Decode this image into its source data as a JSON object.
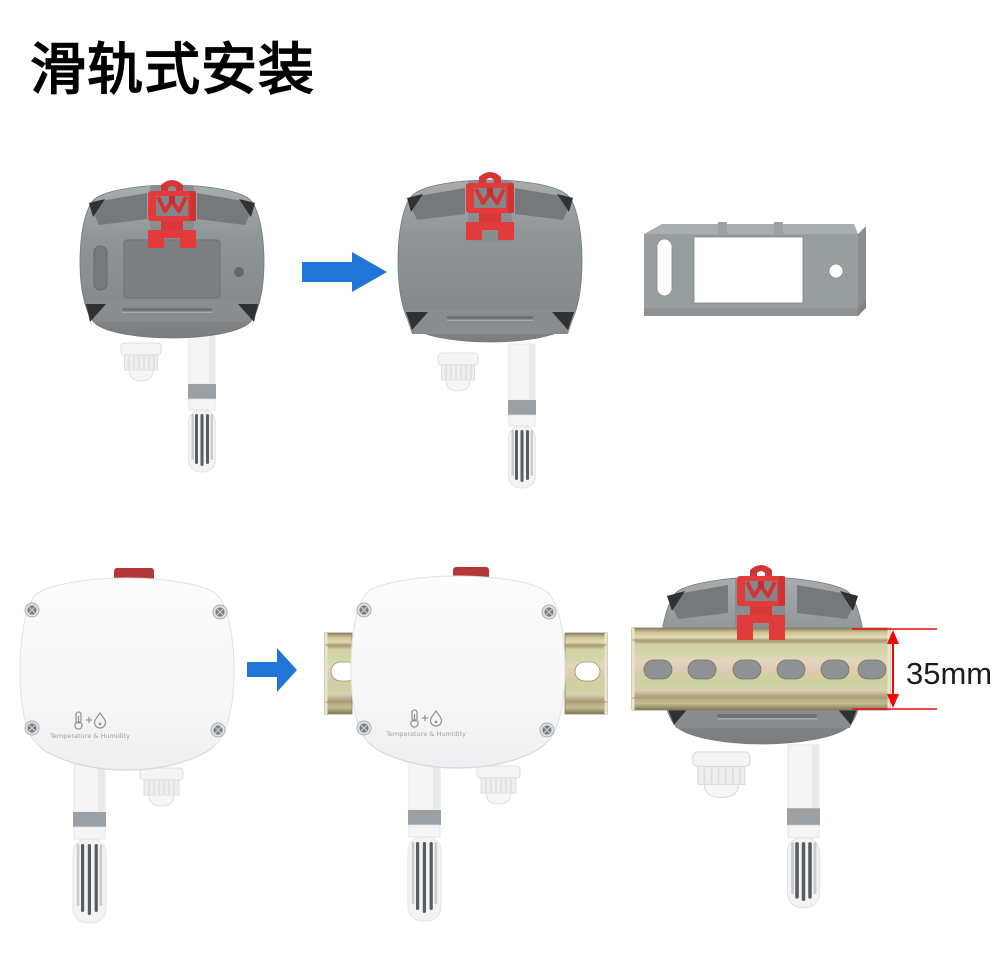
{
  "page": {
    "title": "滑轨式安装"
  },
  "colors": {
    "arrow_blue": "#2175D6",
    "din_clip_red": "#E23B3B",
    "top_tab_red": "#B4383A",
    "device_gray": "#8F9396",
    "recess_gray": "#7C8083",
    "white_housing": "#F8F8F9",
    "probe_band_gray": "#9AA0A3",
    "din_rail_zinc": "#D5CEA3",
    "dimension_red": "#EF0808",
    "title_black": "#000000",
    "label_gray": "#9CA1A5"
  },
  "figures": {
    "step1": "transmitter-rear-with-din-clip",
    "step2": "transmitter-rear-clip-installed",
    "step3": "din-mount-bracket",
    "step4": "transmitter-front",
    "step5": "transmitter-front-on-din-rail",
    "step6": "transmitter-rear-clipped-on-din-rail"
  },
  "device_label": {
    "icons": [
      "thermometer-icon",
      "plus-icon",
      "water-drop-icon"
    ],
    "text": "Temperature & Humidity"
  },
  "dimension": {
    "rail_width_label": "35mm"
  },
  "arrow_icon": "arrow-right-icon"
}
